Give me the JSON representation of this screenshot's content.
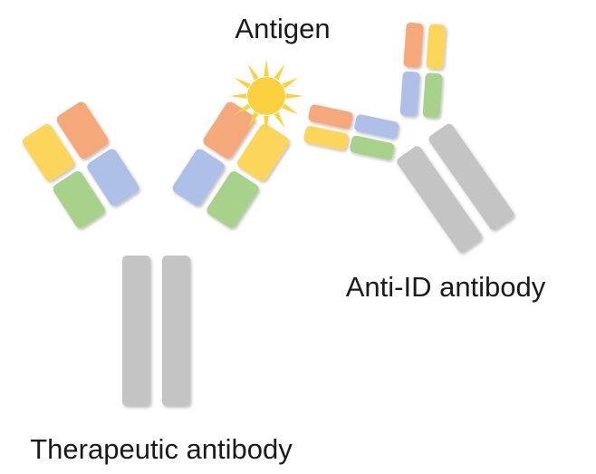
{
  "labels": {
    "antigen": "Antigen",
    "anti_id": "Anti-ID antibody",
    "therapeutic": "Therapeutic antibody"
  },
  "colors": {
    "heavy_constant": "#c4c4c4",
    "light_constant": "#fbd65a",
    "heavy_variable": "#f5a97a",
    "light_variable": "#aec0e8",
    "heavy_ch1": "#a8d28b",
    "antigen_sun": "#fbd13f"
  }
}
